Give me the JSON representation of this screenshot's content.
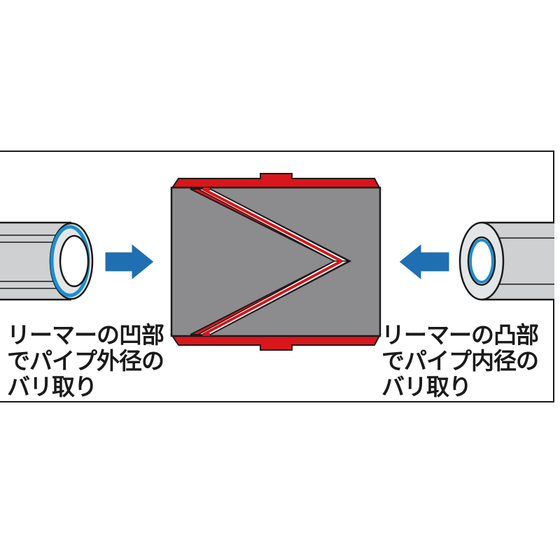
{
  "captions": {
    "left": {
      "line1": "リーマーの凹部",
      "line2": "でパイプ外径の",
      "line3": "バリ取り"
    },
    "right": {
      "line1": "リーマーの凸部",
      "line2": "でパイプ内径の",
      "line3": "バリ取り"
    }
  },
  "colors": {
    "reamer_red": "#d9161c",
    "reamer_body_gray": "#8c8c8e",
    "pipe_gray": "#cfd0d1",
    "pipe_rim_blue": "#1b8fd0",
    "arrow_blue": "#1f6fb2",
    "outline": "#1a1a1a"
  }
}
